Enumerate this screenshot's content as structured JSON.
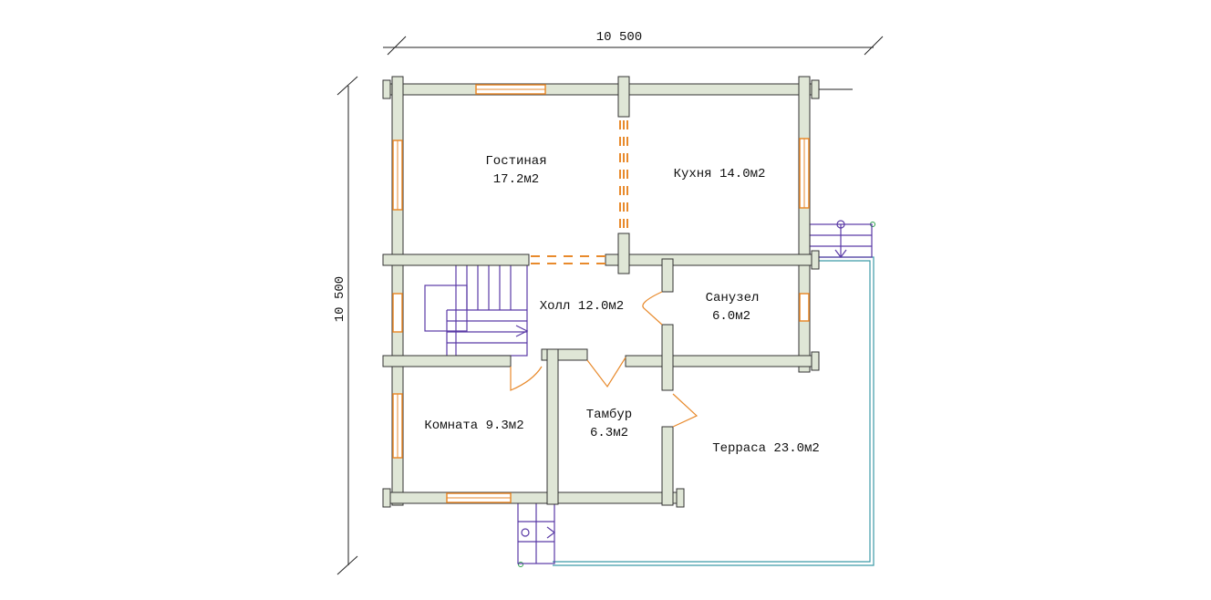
{
  "dimensions": {
    "width_label": "10 500",
    "height_label": "10 500"
  },
  "rooms": [
    {
      "id": "living",
      "name": "Гостиная",
      "area": "17.2м2"
    },
    {
      "id": "kitchen",
      "name": "Кухня 14.0м2"
    },
    {
      "id": "hall",
      "name": "Холл 12.0м2"
    },
    {
      "id": "bathroom",
      "name": "Санузел",
      "area": "6.0м2"
    },
    {
      "id": "room",
      "name": "Комната 9.3м2"
    },
    {
      "id": "vestibule",
      "name": "Тамбур",
      "area": "6.3м2"
    },
    {
      "id": "terrace",
      "name": "Терраса 23.0м2"
    }
  ],
  "colors": {
    "wall_fill": "#dfe6d6",
    "window": "#e88a2c",
    "stairs": "#5a3aa6",
    "terrace_rail": "#3c9aa6"
  }
}
